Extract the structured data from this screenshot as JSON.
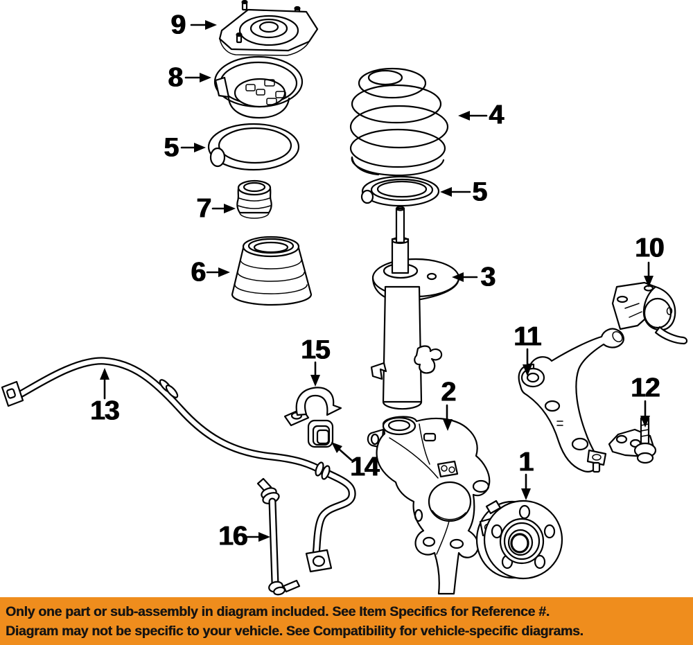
{
  "page": {
    "type": "parts-diagram",
    "background_color": "#FFFFFF",
    "line_color": "#000000"
  },
  "diagram": {
    "callouts": [
      {
        "number": "9",
        "part": "strut-mount"
      },
      {
        "number": "8",
        "part": "upper-spring-seat"
      },
      {
        "number": "5",
        "part": "spring-isolator-upper"
      },
      {
        "number": "4",
        "part": "coil-spring"
      },
      {
        "number": "5",
        "part": "spring-isolator-lower"
      },
      {
        "number": "7",
        "part": "jounce-bumper"
      },
      {
        "number": "6",
        "part": "dust-shield"
      },
      {
        "number": "3",
        "part": "strut"
      },
      {
        "number": "10",
        "part": "mount-bracket"
      },
      {
        "number": "11",
        "part": "lower-control-arm"
      },
      {
        "number": "12",
        "part": "ball-joint"
      },
      {
        "number": "15",
        "part": "stabilizer-bar-bracket"
      },
      {
        "number": "13",
        "part": "stabilizer-bar"
      },
      {
        "number": "2",
        "part": "steering-knuckle"
      },
      {
        "number": "14",
        "part": "stabilizer-bar-bushing"
      },
      {
        "number": "1",
        "part": "wheel-hub"
      },
      {
        "number": "16",
        "part": "stabilizer-link"
      }
    ]
  },
  "banner": {
    "line1": "Only one part or sub-assembly in diagram included. See Item Specifics for Reference #.",
    "line2": "Diagram may not be specific to your vehicle. See Compatibility for vehicle-specific diagrams.",
    "background_color": "#EF8D1D",
    "text_color": "#161412"
  }
}
